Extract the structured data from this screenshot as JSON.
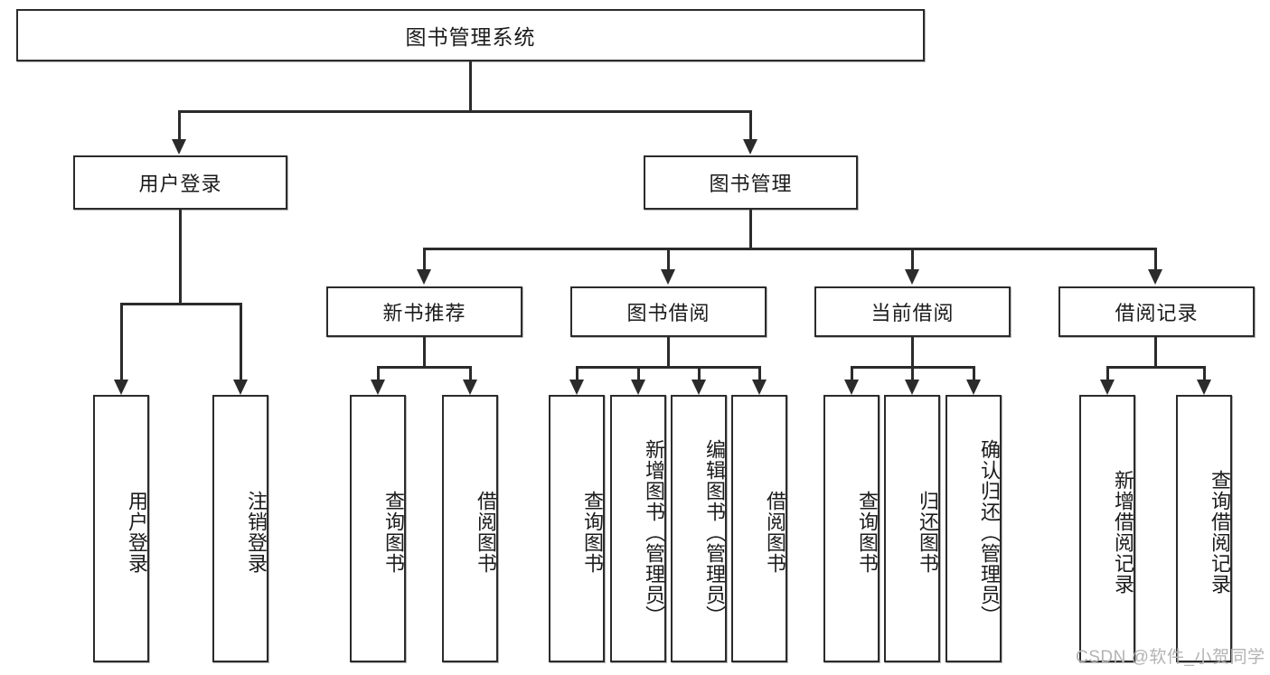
{
  "diagram": {
    "title": "图书管理系统",
    "type": "tree-hierarchy",
    "root": {
      "label": "图书管理系统"
    },
    "level2": [
      {
        "label": "用户登录"
      },
      {
        "label": "图书管理"
      }
    ],
    "level3": [
      {
        "label": "新书推荐"
      },
      {
        "label": "图书借阅"
      },
      {
        "label": "当前借阅"
      },
      {
        "label": "借阅记录"
      }
    ],
    "leaves": {
      "user_login": [
        {
          "label": "用户登录"
        },
        {
          "label": "注销登录"
        }
      ],
      "new_book_recommend": [
        {
          "label": "查询图书"
        },
        {
          "label": "借阅图书"
        }
      ],
      "book_borrow": [
        {
          "label": "查询图书"
        },
        {
          "label": "新增图书（管理员）"
        },
        {
          "label": "编辑图书（管理员）"
        },
        {
          "label": "借阅图书"
        }
      ],
      "current_borrow": [
        {
          "label": "查询图书"
        },
        {
          "label": "归还图书"
        },
        {
          "label": "确认归还（管理员）"
        }
      ],
      "borrow_record": [
        {
          "label": "新增借阅记录"
        },
        {
          "label": "查询借阅记录"
        }
      ]
    }
  },
  "watermark": {
    "text": "CSDN @软件_小贺同学"
  },
  "colors": {
    "border": "#2b2b2b",
    "background": "#ffffff",
    "text": "#1b1b1b",
    "watermark": "#b3b3b3"
  }
}
